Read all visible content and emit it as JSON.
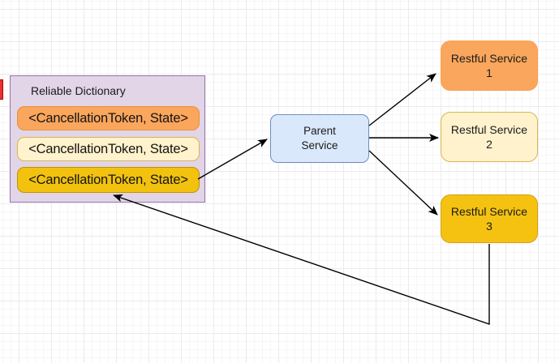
{
  "diagram": {
    "text_color": "#1a1a1a",
    "connector_color": "#000000",
    "red_marker": {
      "fill": "#e83232"
    },
    "reliable_dictionary": {
      "title": "Reliable Dictionary",
      "fill": "#E1D5E7",
      "border_color": "#9673A6",
      "rows": [
        {
          "label": "<CancellationToken, State>",
          "fill": "#FAA65C",
          "border_color": "#E8913C"
        },
        {
          "label": "<CancellationToken, State>",
          "fill": "#FFF2CC",
          "border_color": "#D6B656"
        },
        {
          "label": "<CancellationToken, State>",
          "fill": "#F2C20F",
          "border_color": "#BD9300"
        }
      ]
    },
    "parent_service": {
      "line1": "Parent",
      "line2": "Service",
      "fill": "#DAE8FC",
      "border_color": "#6C8EBF"
    },
    "restful_services": [
      {
        "name": "Restful Service",
        "number": "1",
        "fill": "#FAA65C",
        "border_color": "#F9A155"
      },
      {
        "name": "Restful Service",
        "number": "2",
        "fill": "#FFF2CC",
        "border_color": "#D6B656"
      },
      {
        "name": "Restful Service",
        "number": "3",
        "fill": "#F5C211",
        "border_color": "#D4A017"
      }
    ]
  }
}
